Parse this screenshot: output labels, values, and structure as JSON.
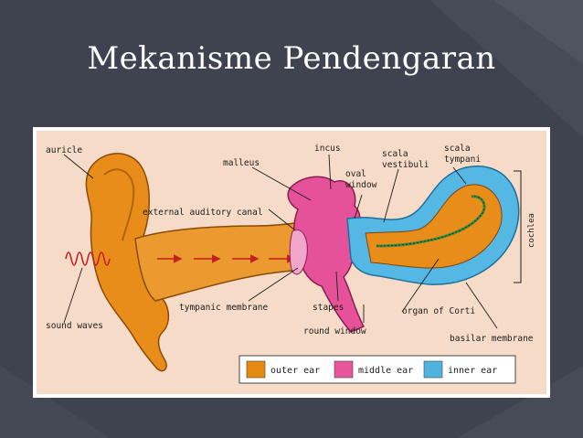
{
  "slide": {
    "title": "Mekanisme Pendengaran"
  },
  "diagram": {
    "labels": {
      "auricle": "auricle",
      "malleus": "malleus",
      "incus": "incus",
      "oval_window_1": "oval",
      "oval_window_2": "window",
      "scala_vestibuli_1": "scala",
      "scala_vestibuli_2": "vestibuli",
      "scala_tympani_1": "scala",
      "scala_tympani_2": "tympani",
      "external_auditory_canal": "external auditory canal",
      "cochlea": "cochlea",
      "tympanic_membrane": "tympanic membrane",
      "stapes": "stapes",
      "organ_of_corti": "organ of Corti",
      "sound_waves": "sound waves",
      "round_window": "round window",
      "basilar_membrane": "basilar membrane"
    },
    "legend": [
      {
        "label": "outer ear",
        "color": "#e68a12"
      },
      {
        "label": "middle ear",
        "color": "#e8559a"
      },
      {
        "label": "inner ear",
        "color": "#4fb3e0"
      }
    ]
  }
}
